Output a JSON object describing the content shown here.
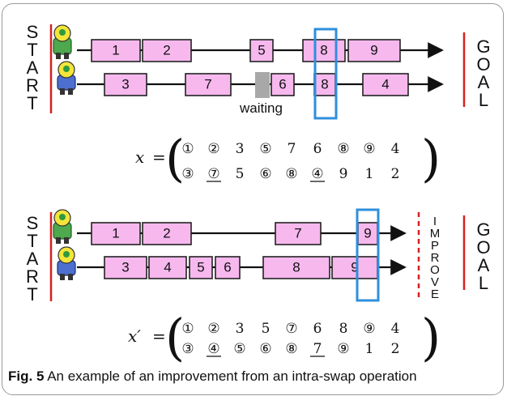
{
  "labels": {
    "start": "START",
    "goal": "GOAL",
    "improve": "IMPROVE",
    "waiting": "waiting"
  },
  "top": {
    "row1": [
      "1",
      "2",
      "5",
      "8",
      "9"
    ],
    "row2": [
      "3",
      "7",
      "6",
      "8",
      "4"
    ],
    "equation": {
      "var": "x",
      "equals": "=",
      "matrix": [
        [
          "①",
          "②",
          "3",
          "⑤",
          "7",
          "6",
          "⑧",
          "⑨",
          "4"
        ],
        [
          "③",
          "⑦",
          "5",
          "⑥",
          "⑧",
          "④",
          "9",
          "1",
          "2"
        ]
      ],
      "underlined": [
        [
          1,
          1
        ],
        [
          1,
          5
        ]
      ]
    }
  },
  "bottom": {
    "row1": [
      "1",
      "2",
      "7",
      "9"
    ],
    "row2": [
      "3",
      "4",
      "5",
      "6",
      "8",
      "9"
    ],
    "equation": {
      "var": "x′",
      "equals": "=",
      "matrix": [
        [
          "①",
          "②",
          "3",
          "5",
          "⑦",
          "6",
          "8",
          "⑨",
          "4"
        ],
        [
          "③",
          "④",
          "⑤",
          "⑥",
          "⑧",
          "7",
          "⑨",
          "1",
          "2"
        ]
      ],
      "underlined": [
        [
          1,
          1
        ],
        [
          1,
          5
        ]
      ]
    }
  },
  "caption": {
    "prefix": "Fig. 5",
    "text": " An example of an improvement from an intra-swap operation"
  },
  "colors": {
    "task_fill": "#f7b8ee",
    "highlight": "#2f8fdc",
    "start_goal_line": "#d62020",
    "waiting_block": "#a8a8a8"
  }
}
